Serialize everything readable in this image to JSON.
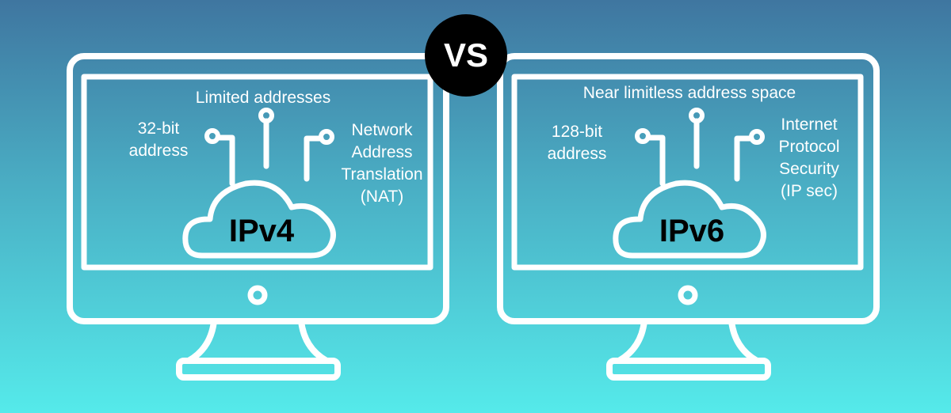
{
  "vs_label": "VS",
  "left": {
    "title": "IPv4",
    "top_label": "Limited addresses",
    "left_label": [
      "32-bit",
      "address"
    ],
    "right_label": [
      "Network",
      "Address",
      "Translation",
      "(NAT)"
    ]
  },
  "right": {
    "title": "IPv6",
    "top_label": "Near limitless address space",
    "left_label": [
      "128-bit",
      "address"
    ],
    "right_label": [
      "Internet",
      "Protocol",
      "Security",
      "(IP sec)"
    ]
  },
  "colors": {
    "gradient_top": "#3f76a0",
    "gradient_bottom": "#55eaea",
    "line": "#ffffff",
    "vs_bg": "#000000"
  }
}
